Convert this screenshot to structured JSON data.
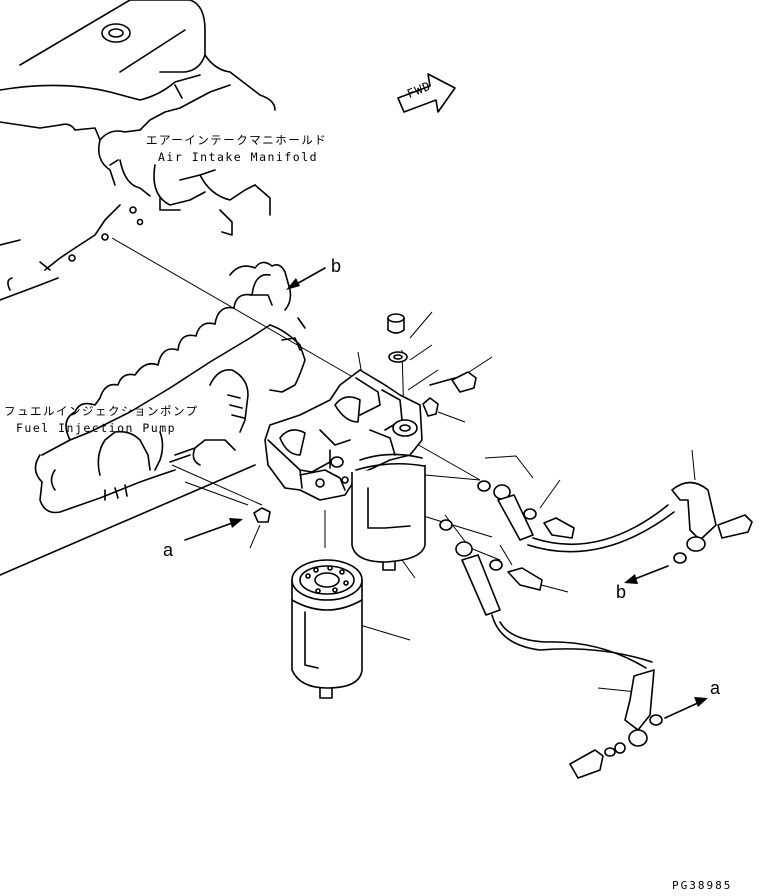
{
  "labels": {
    "air_intake_jp": "エアーインテークマニホールド",
    "air_intake_en": "Air Intake Manifold",
    "fuel_pump_jp": "フュエルインジェクションポンプ",
    "fuel_pump_en": "Fuel Injection Pump",
    "fwd": "FWD",
    "callout_a": "a",
    "callout_b": "b",
    "drawing_code": "PG38985"
  }
}
